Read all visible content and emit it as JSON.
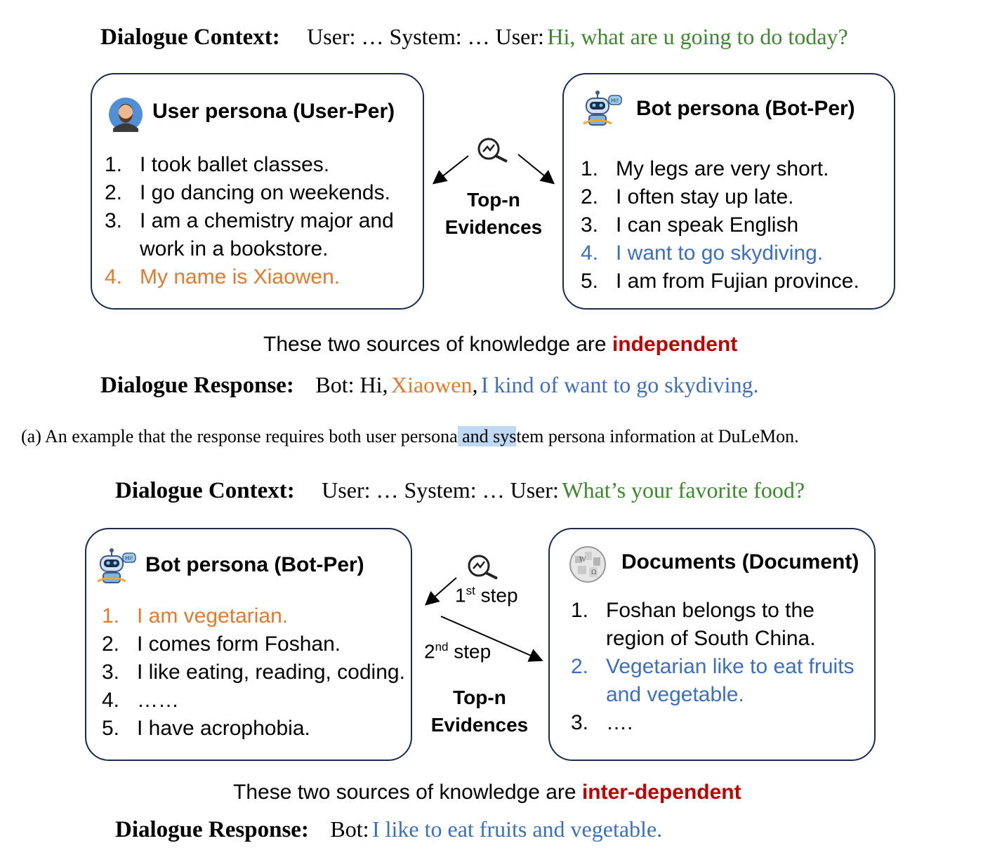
{
  "top": {
    "context": {
      "label": "Dialogue Context:",
      "prefix": "User: … System: … User:",
      "utterance": "Hi, what are u going to do today?"
    },
    "user_box": {
      "title": "User persona (User-Per)",
      "items": [
        {
          "num": "1.",
          "text": "I took ballet classes."
        },
        {
          "num": "2.",
          "text": "I go dancing on weekends."
        },
        {
          "num": "3.",
          "text": "I am a chemistry major and work in a bookstore."
        },
        {
          "num": "4.",
          "text": "My name is Xiaowen."
        }
      ]
    },
    "bot_box": {
      "title": "Bot persona (Bot-Per)",
      "items": [
        {
          "num": "1.",
          "text": "My legs are very short."
        },
        {
          "num": "2.",
          "text": "I often stay up late."
        },
        {
          "num": "3.",
          "text": "I can speak English"
        },
        {
          "num": "4.",
          "text": "I want to go skydiving."
        },
        {
          "num": "5.",
          "text": "I am from Fujian province."
        }
      ]
    },
    "evidences": {
      "line1": "Top-n",
      "line2": "Evidences"
    },
    "summary": {
      "prefix": "These two sources of knowledge are",
      "keyword": "independent"
    },
    "response": {
      "label": "Dialogue Response:",
      "bot": "Bot: Hi,",
      "name": "Xiaowen",
      "comma": ",",
      "rest": "I kind of  want to go skydiving."
    },
    "caption": {
      "before": "(a) An example that the response requires both user persona",
      "highlight": " and sys",
      "after": "tem persona information at DuLeMon."
    }
  },
  "bottom": {
    "context": {
      "label": "Dialogue Context:",
      "prefix": "User: … System: … User:",
      "utterance": "What’s your favorite food?"
    },
    "bot_box": {
      "title": "Bot persona (Bot-Per)",
      "items": [
        {
          "num": "1.",
          "text": "I am vegetarian."
        },
        {
          "num": "2.",
          "text": "I comes form Foshan."
        },
        {
          "num": "3.",
          "text": "I like eating, reading, coding."
        },
        {
          "num": "4.",
          "text": "……"
        },
        {
          "num": "5.",
          "text": "I have acrophobia."
        }
      ]
    },
    "doc_box": {
      "title": "Documents (Document)",
      "items": [
        {
          "num": "1.",
          "text": "Foshan belongs to the region of South China."
        },
        {
          "num": "2.",
          "text": "Vegetarian like to eat fruits and vegetable."
        },
        {
          "num": "3.",
          "text": "…."
        }
      ]
    },
    "steps": {
      "first": {
        "number": "1",
        "sup": "st",
        "word": "step"
      },
      "second": {
        "number": "2",
        "sup": "nd",
        "word": "step"
      }
    },
    "evidences": {
      "line1": "Top-n",
      "line2": "Evidences"
    },
    "summary": {
      "prefix": "These two sources of knowledge are",
      "keyword": "inter-dependent"
    },
    "response": {
      "label": "Dialogue Response:",
      "bot": "Bot:",
      "rest": "I like to eat fruits and vegetable."
    }
  },
  "colors": {
    "green": "#3a8a2a",
    "orange": "#e8782a",
    "blue": "#3a6fc4",
    "red": "#c00000",
    "box_border": "#1d2a4d"
  },
  "icons": [
    "user-avatar-icon",
    "robot-icon",
    "search-chart-icon",
    "wikipedia-globe-icon",
    "arrow-icon"
  ]
}
